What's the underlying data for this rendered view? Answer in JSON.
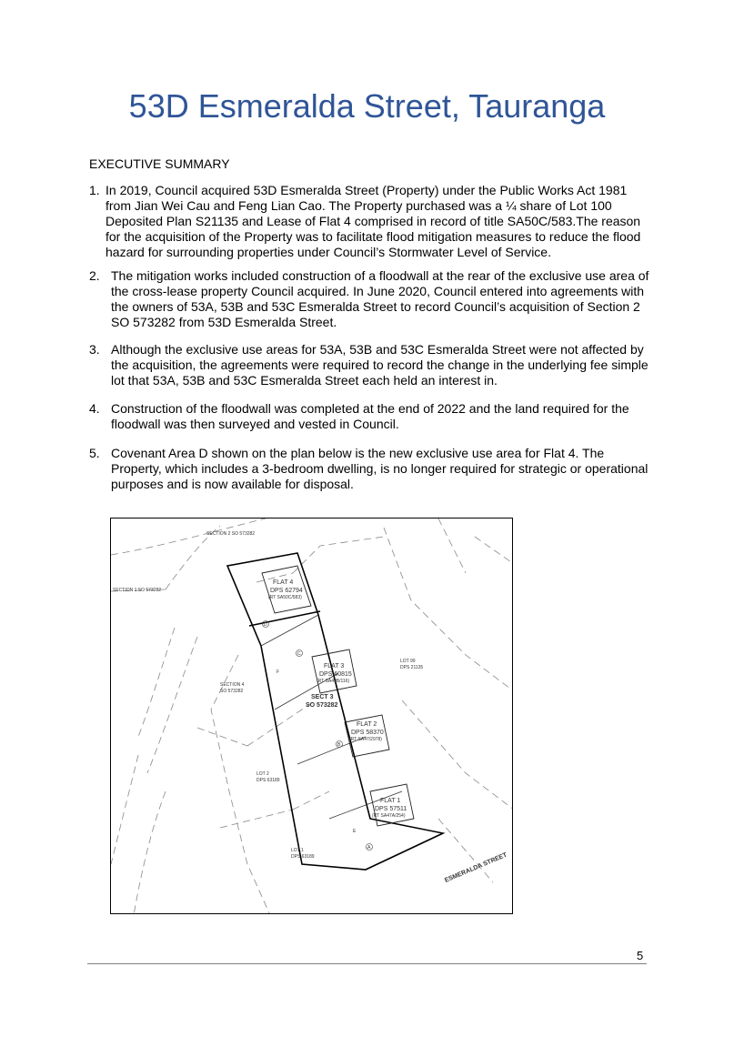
{
  "title": "53D Esmeralda Street, Tauranga",
  "section_heading": "EXECUTIVE SUMMARY",
  "paragraphs": [
    {
      "number": "1.",
      "text": "In 2019, Council acquired 53D Esmeralda Street (Property) under the Public Works Act 1981 from Jian Wei Cau and Feng Lian Cao. The Property purchased was a ¼ share of Lot 100 Deposited Plan S21135 and Lease of Flat 4 comprised in record of title SA50C/583.The reason for the acquisition of the Property was to facilitate flood mitigation measures to reduce the flood hazard for surrounding properties under Council’s Stormwater Level of Service."
    },
    {
      "number": "2.",
      "text": "The mitigation works included construction of a floodwall at the rear of the exclusive use area of the cross-lease property Council acquired.  In June 2020, Council entered into agreements with the owners of 53A, 53B and 53C Esmeralda Street to record Council’s acquisition of Section 2 SO 573282 from 53D Esmeralda Street."
    },
    {
      "number": "3.",
      "text": "Although the exclusive use areas for 53A, 53B and 53C Esmeralda Street were not affected by the acquisition, the agreements were required to record the change in the underlying fee simple lot that 53A, 53B and 53C Esmeralda Street each held an interest in."
    },
    {
      "number": "4.",
      "text": "Construction of the floodwall was completed at the end of 2022 and the land required for the floodwall was then surveyed and vested in Council."
    },
    {
      "number": "5.",
      "text": "Covenant Area D shown on the plan below is the new exclusive use area for Flat 4. The Property, which includes a 3-bedroom dwelling, is no longer required for strategic or operational purposes and is now available for disposal."
    }
  ],
  "plan": {
    "section2": "SECTION 2 SO 573282",
    "section1": "SECTION 1 SO 573282",
    "section4_a": "SECTION 4",
    "section4_b": "SO 573282",
    "lot99_a": "LOT 99",
    "lot99_b": "DPS 21135",
    "lot2_a": "LOT 2",
    "lot2_b": "DPS 63189",
    "lot1_a": "LOT 1",
    "lot1_b": "DPS 63189",
    "sect3_a": "SECT 3",
    "sect3_b": "SO 573282",
    "flat4": [
      "FLAT 4",
      "DPS 62794",
      "(RT SA50C/583)"
    ],
    "flat3": [
      "FLAT 3",
      "DPS 60815",
      "(RT SA49B/116)"
    ],
    "flat2": [
      "FLAT 2",
      "DPS 58370",
      "(RT SA47/2978)"
    ],
    "flat1": [
      "FLAT 1",
      "DPS 57511",
      "(RT SA47A/254)"
    ],
    "street": "ESMERALDA STREET",
    "area_d": "D",
    "area_c": "C",
    "area_b": "B",
    "area_a": "A",
    "area_e": "E",
    "area_f": "F"
  },
  "page_number": "5"
}
